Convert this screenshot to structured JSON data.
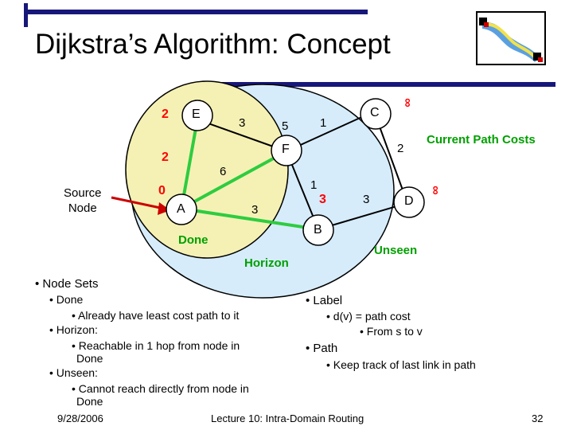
{
  "slide": {
    "title": "Dijkstra’s Algorithm: Concept",
    "footer": {
      "date": "9/28/2006",
      "lecture": "Lecture 10: Intra-Domain Routing",
      "page": "32"
    }
  },
  "diagram": {
    "nodes": [
      "E",
      "C",
      "F",
      "A",
      "D",
      "B"
    ],
    "costs": {
      "E": "2",
      "C": "∞",
      "F": "2",
      "A": "0",
      "D": "∞",
      "B": "3"
    },
    "edge_weights": [
      "3",
      "5",
      "1",
      "2",
      "6",
      "1",
      "3",
      "3"
    ],
    "labels": {
      "source": [
        "Source",
        "Node"
      ],
      "current_path_costs": "Current Path Costs",
      "done": "Done",
      "horizon": "Horizon",
      "unseen": "Unseen"
    },
    "colors": {
      "done_region": "#f5f1b4",
      "horizon_region": "#d6ecfb",
      "green_edge": "#2ecc40",
      "cost_text": "#ff0000",
      "label_green": "#00a000",
      "title_bar": "#17177a"
    }
  },
  "left_column": {
    "heading": "Node Sets",
    "items": [
      {
        "term": "Done",
        "desc": [
          "Already have least cost path to it"
        ]
      },
      {
        "term": "Horizon:",
        "desc": [
          "Reachable in 1 hop from node in",
          "Done"
        ]
      },
      {
        "term": "Unseen:",
        "desc": [
          "Cannot reach directly from node in",
          "Done"
        ]
      }
    ]
  },
  "right_column": {
    "label_heading": "Label",
    "label_desc": "d(v) = path cost",
    "label_sub": "From s to v",
    "path_heading": "Path",
    "path_desc": "Keep track of last link in path"
  }
}
